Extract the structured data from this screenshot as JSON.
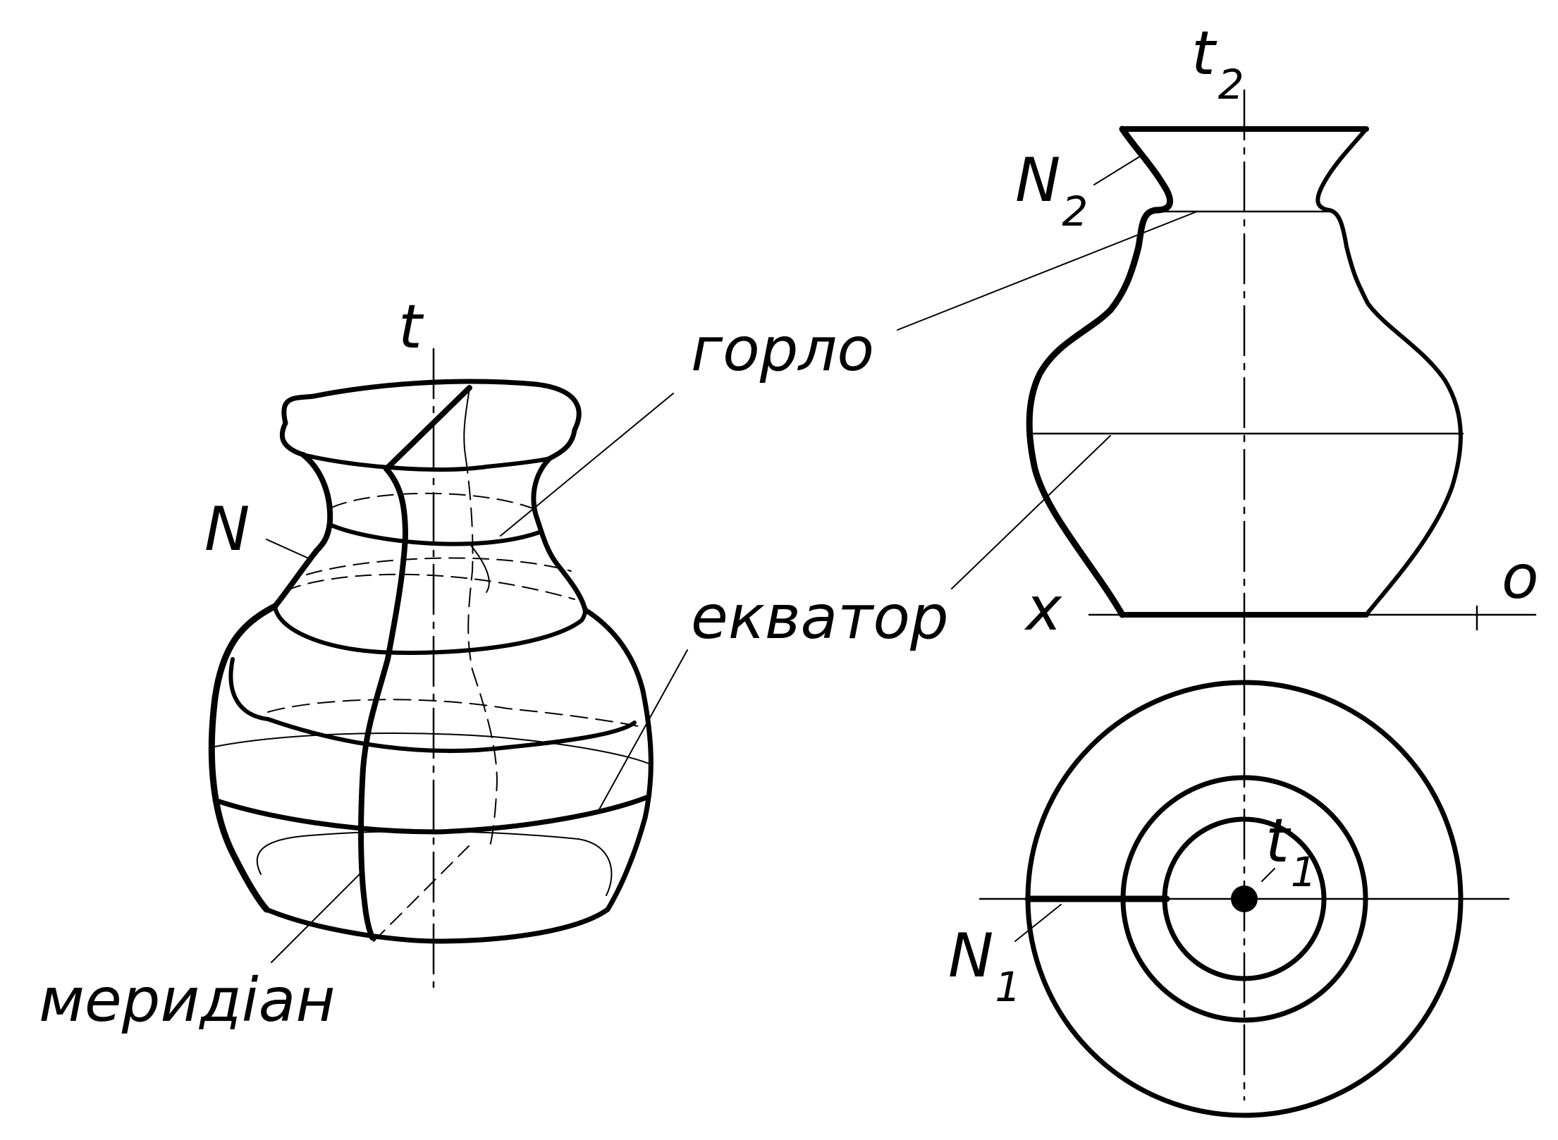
{
  "diagram": {
    "labels": {
      "axis_t": "t",
      "point_n": "N",
      "neck": "горло",
      "equator": "екватор",
      "meridian": "меридіан",
      "axis_t2_base": "t",
      "axis_t2_sub": "2",
      "point_n2_base": "N",
      "point_n2_sub": "2",
      "axis_x": "x",
      "axis_o": "o",
      "axis_t1_base": "t",
      "axis_t1_sub": "1",
      "point_n1_base": "N",
      "point_n1_sub": "1"
    }
  }
}
